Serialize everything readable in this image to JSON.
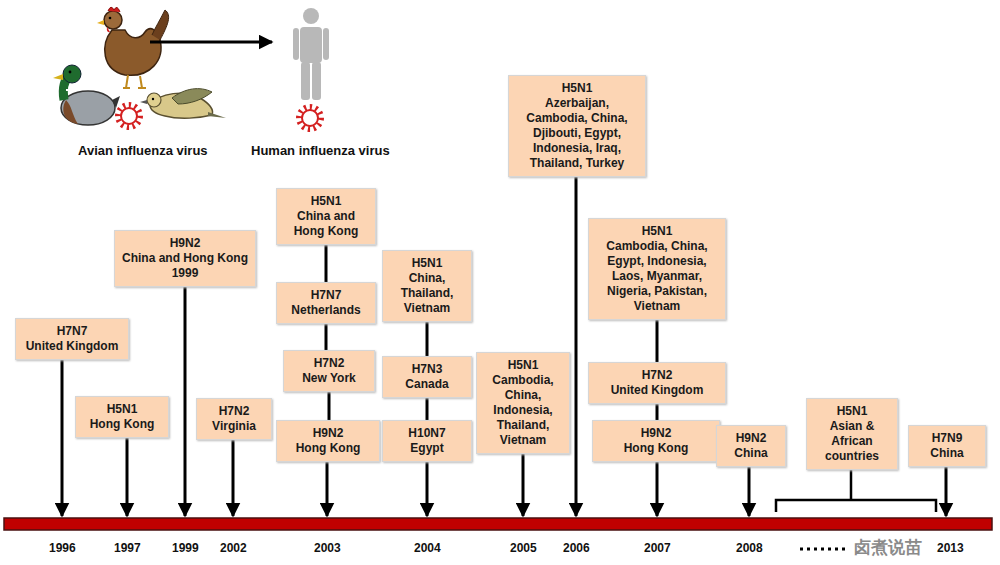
{
  "diagram": {
    "nodes": [
      {
        "text": [
          "H7N7",
          "United Kingdom"
        ]
      },
      {
        "text": [
          "H5N1",
          "Hong Kong"
        ]
      },
      {
        "text": [
          "H9N2",
          "China and Hong Kong 1999"
        ]
      },
      {
        "text": [
          "H7N2",
          "Virginia"
        ]
      },
      {
        "text": [
          "H5N1",
          "China and Hong Kong"
        ]
      },
      {
        "text": [
          "H7N7",
          "Netherlands"
        ]
      },
      {
        "text": [
          "H7N2",
          "New York"
        ]
      },
      {
        "text": [
          "H9N2",
          "Hong Kong"
        ]
      },
      {
        "text": [
          "H5N1",
          "China, Thailand, Vietnam"
        ]
      },
      {
        "text": [
          "H7N3",
          "Canada"
        ]
      },
      {
        "text": [
          "H10N7",
          "Egypt"
        ]
      },
      {
        "text": [
          "H5N1",
          "Cambodia, China, Indonesia, Thailand, Vietnam"
        ]
      },
      {
        "text": [
          "H5N1",
          "Azerbaijan, Cambodia, China, Djibouti, Egypt, Indonesia, Iraq, Thailand, Turkey"
        ]
      },
      {
        "text": [
          "H5N1",
          "Cambodia, China, Egypt, Indonesia, Laos, Myanmar, Nigeria, Pakistan, Vietnam"
        ]
      },
      {
        "text": [
          "H7N2",
          "United Kingdom"
        ]
      },
      {
        "text": [
          "H9N2",
          "Hong Kong"
        ]
      },
      {
        "text": [
          "H9N2",
          "China"
        ]
      },
      {
        "text": [
          "H5N1",
          "Asian & African countries"
        ]
      },
      {
        "text": [
          "H7N9",
          "China"
        ]
      }
    ],
    "edges": [
      {
        "from": 4,
        "to": 5,
        "arrow": "none"
      },
      {
        "from": 5,
        "to": 6,
        "arrow": "none"
      },
      {
        "from": 6,
        "to": 7,
        "arrow": "none"
      },
      {
        "from": 8,
        "to": 9,
        "arrow": "none"
      },
      {
        "from": 9,
        "to": 10,
        "arrow": "none"
      },
      {
        "from": 13,
        "to": 14,
        "arrow": "none"
      },
      {
        "from": 14,
        "to": 15,
        "arrow": "none"
      }
    ],
    "labels": [
      "Avian influenza virus",
      "Human influenza virus",
      "1996",
      "1997",
      "1999",
      "2002",
      "2003",
      "2004",
      "2005",
      "2006",
      "2007",
      "2008",
      "2013",
      "卤煮说苗"
    ]
  }
}
